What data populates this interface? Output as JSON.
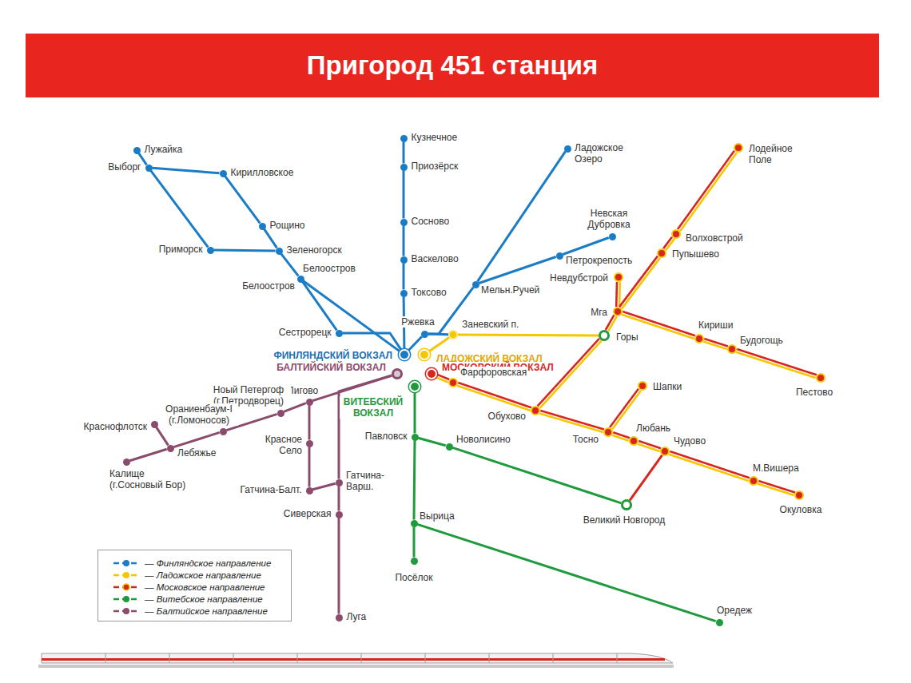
{
  "diagram": {
    "title": "Пригород 451 станция",
    "nodes": [
      {
        "text": [
          "Лужайка"
        ]
      },
      {
        "text": [
          "Выборг"
        ]
      },
      {
        "text": [
          "Кирилловское"
        ]
      },
      {
        "text": [
          "Рощино"
        ]
      },
      {
        "text": [
          "Приморск"
        ]
      },
      {
        "text": [
          "Зеленогорск"
        ]
      },
      {
        "text": [
          "Белоостров",
          "Белоостров"
        ]
      },
      {
        "text": [
          "Сестрорецк"
        ]
      },
      {
        "text": [
          "Кузнечное"
        ]
      },
      {
        "text": [
          "Приозёрск"
        ]
      },
      {
        "text": [
          "Сосново"
        ]
      },
      {
        "text": [
          "Васкелово"
        ]
      },
      {
        "text": [
          "Токсово"
        ]
      },
      {
        "text": [
          "Ладожское Озеро"
        ]
      },
      {
        "text": [
          "Невская Дубровка"
        ]
      },
      {
        "text": [
          "Петрокрепость"
        ]
      },
      {
        "text": [
          "Мельн.Ручей"
        ]
      },
      {
        "text": [
          "Ржевка"
        ]
      },
      {
        "text": [
          "ФИНЛЯНДСКИЙ ВОКЗАЛ"
        ]
      },
      {
        "text": [
          "Заневский п."
        ]
      },
      {
        "text": [
          "ЛАДОЖСКИЙ ВОКЗАЛ"
        ]
      },
      {
        "text": [
          "МОСКОВСКИЙ ВОКЗАЛ"
        ]
      },
      {
        "text": [
          "БАЛТИЙСКИЙ ВОКЗАЛ"
        ]
      },
      {
        "text": [
          "ВИТЕБСКИЙ ВОКЗАЛ"
        ]
      },
      {
        "text": [
          "Лодейное Поле"
        ]
      },
      {
        "text": [
          "Волховстрой"
        ]
      },
      {
        "text": [
          "Пупышево"
        ]
      },
      {
        "text": [
          "Невдубстрой"
        ]
      },
      {
        "text": [
          "Мга"
        ]
      },
      {
        "text": [
          "Горы"
        ]
      },
      {
        "text": [
          "Кириши"
        ]
      },
      {
        "text": [
          "Будогощь"
        ]
      },
      {
        "text": [
          "Пестово"
        ]
      },
      {
        "text": [
          "Фарфоровская"
        ]
      },
      {
        "text": [
          "Обухово"
        ]
      },
      {
        "text": [
          "Шапки"
        ]
      },
      {
        "text": [
          "Тосно"
        ]
      },
      {
        "text": [
          "Любань"
        ]
      },
      {
        "text": [
          "Чудово"
        ]
      },
      {
        "text": [
          "М.Вишера"
        ]
      },
      {
        "text": [
          "Окуловка"
        ]
      },
      {
        "text": [
          "Великий Новгород"
        ]
      },
      {
        "text": [
          "Павловск"
        ]
      },
      {
        "text": [
          "Новолисино"
        ]
      },
      {
        "text": [
          "Вырица"
        ]
      },
      {
        "text": [
          "Посёлок"
        ]
      },
      {
        "text": [
          "Оредеж"
        ]
      },
      {
        "text": [
          "Лигово"
        ]
      },
      {
        "text": [
          "Ноый Петергоф (г.Петродворец)"
        ]
      },
      {
        "text": [
          "Ораниенбаум-I (г.Ломоносов)"
        ]
      },
      {
        "text": [
          "Краснофлотск"
        ]
      },
      {
        "text": [
          "Лебяжье"
        ]
      },
      {
        "text": [
          "Калище (г.Сосновый Бор)"
        ]
      },
      {
        "text": [
          "Красное Село"
        ]
      },
      {
        "text": [
          "Гатчина-Балт."
        ]
      },
      {
        "text": [
          "Гатчина-Варш."
        ]
      },
      {
        "text": [
          "Сиверская"
        ]
      },
      {
        "text": [
          "Луга"
        ]
      }
    ],
    "edges": [
      {
        "from": 0,
        "to": 1,
        "arrow": "none"
      },
      {
        "from": 1,
        "to": 2,
        "arrow": "none"
      },
      {
        "from": 1,
        "to": 4,
        "arrow": "none"
      },
      {
        "from": 2,
        "to": 3,
        "arrow": "none"
      },
      {
        "from": 3,
        "to": 5,
        "arrow": "none"
      },
      {
        "from": 4,
        "to": 5,
        "arrow": "none"
      },
      {
        "from": 5,
        "to": 6,
        "arrow": "none"
      },
      {
        "from": 6,
        "to": 7,
        "arrow": "none"
      },
      {
        "from": 7,
        "to": 18,
        "arrow": "none"
      },
      {
        "from": 6,
        "to": 18,
        "arrow": "none"
      },
      {
        "from": 8,
        "to": 9,
        "arrow": "none"
      },
      {
        "from": 9,
        "to": 10,
        "arrow": "none"
      },
      {
        "from": 10,
        "to": 11,
        "arrow": "none"
      },
      {
        "from": 11,
        "to": 12,
        "arrow": "none"
      },
      {
        "from": 12,
        "to": 18,
        "arrow": "none"
      },
      {
        "from": 18,
        "to": 17,
        "arrow": "none"
      },
      {
        "from": 17,
        "to": 19,
        "arrow": "none"
      },
      {
        "from": 17,
        "to": 16,
        "arrow": "none"
      },
      {
        "from": 16,
        "to": 13,
        "arrow": "none"
      },
      {
        "from": 16,
        "to": 15,
        "arrow": "none"
      },
      {
        "from": 15,
        "to": 14,
        "arrow": "none"
      },
      {
        "from": 20,
        "to": 19,
        "arrow": "none"
      },
      {
        "from": 19,
        "to": 29,
        "arrow": "none"
      },
      {
        "from": 29,
        "to": 28,
        "arrow": "none"
      },
      {
        "from": 28,
        "to": 27,
        "arrow": "none"
      },
      {
        "from": 28,
        "to": 26,
        "arrow": "none"
      },
      {
        "from": 26,
        "to": 25,
        "arrow": "none"
      },
      {
        "from": 25,
        "to": 24,
        "arrow": "none"
      },
      {
        "from": 28,
        "to": 30,
        "arrow": "none"
      },
      {
        "from": 30,
        "to": 31,
        "arrow": "none"
      },
      {
        "from": 31,
        "to": 32,
        "arrow": "none"
      },
      {
        "from": 21,
        "to": 33,
        "arrow": "none"
      },
      {
        "from": 33,
        "to": 34,
        "arrow": "none"
      },
      {
        "from": 34,
        "to": 29,
        "arrow": "none"
      },
      {
        "from": 34,
        "to": 36,
        "arrow": "none"
      },
      {
        "from": 36,
        "to": 35,
        "arrow": "none"
      },
      {
        "from": 36,
        "to": 37,
        "arrow": "none"
      },
      {
        "from": 37,
        "to": 38,
        "arrow": "none"
      },
      {
        "from": 38,
        "to": 39,
        "arrow": "none"
      },
      {
        "from": 39,
        "to": 40,
        "arrow": "none"
      },
      {
        "from": 38,
        "to": 41,
        "arrow": "none"
      },
      {
        "from": 23,
        "to": 42,
        "arrow": "none"
      },
      {
        "from": 42,
        "to": 43,
        "arrow": "none"
      },
      {
        "from": 43,
        "to": 41,
        "arrow": "none"
      },
      {
        "from": 42,
        "to": 44,
        "arrow": "none"
      },
      {
        "from": 44,
        "to": 45,
        "arrow": "none"
      },
      {
        "from": 44,
        "to": 46,
        "arrow": "none"
      },
      {
        "from": 22,
        "to": 47,
        "arrow": "none"
      },
      {
        "from": 47,
        "to": 48,
        "arrow": "none"
      },
      {
        "from": 48,
        "to": 49,
        "arrow": "none"
      },
      {
        "from": 49,
        "to": 51,
        "arrow": "none"
      },
      {
        "from": 51,
        "to": 50,
        "arrow": "none"
      },
      {
        "from": 51,
        "to": 52,
        "arrow": "none"
      },
      {
        "from": 47,
        "to": 53,
        "arrow": "none"
      },
      {
        "from": 53,
        "to": 54,
        "arrow": "none"
      },
      {
        "from": 54,
        "to": 55,
        "arrow": "none"
      },
      {
        "from": 22,
        "to": 55,
        "arrow": "none"
      },
      {
        "from": 55,
        "to": 56,
        "arrow": "none"
      },
      {
        "from": 56,
        "to": 57,
        "arrow": "none"
      }
    ],
    "legend": [
      {
        "text": "— Финляндское направление"
      },
      {
        "text": "— Ладожское направление"
      },
      {
        "text": "— Московское направление"
      },
      {
        "text": "— Витебское направление"
      },
      {
        "text": "— Балтийское направление"
      }
    ]
  }
}
